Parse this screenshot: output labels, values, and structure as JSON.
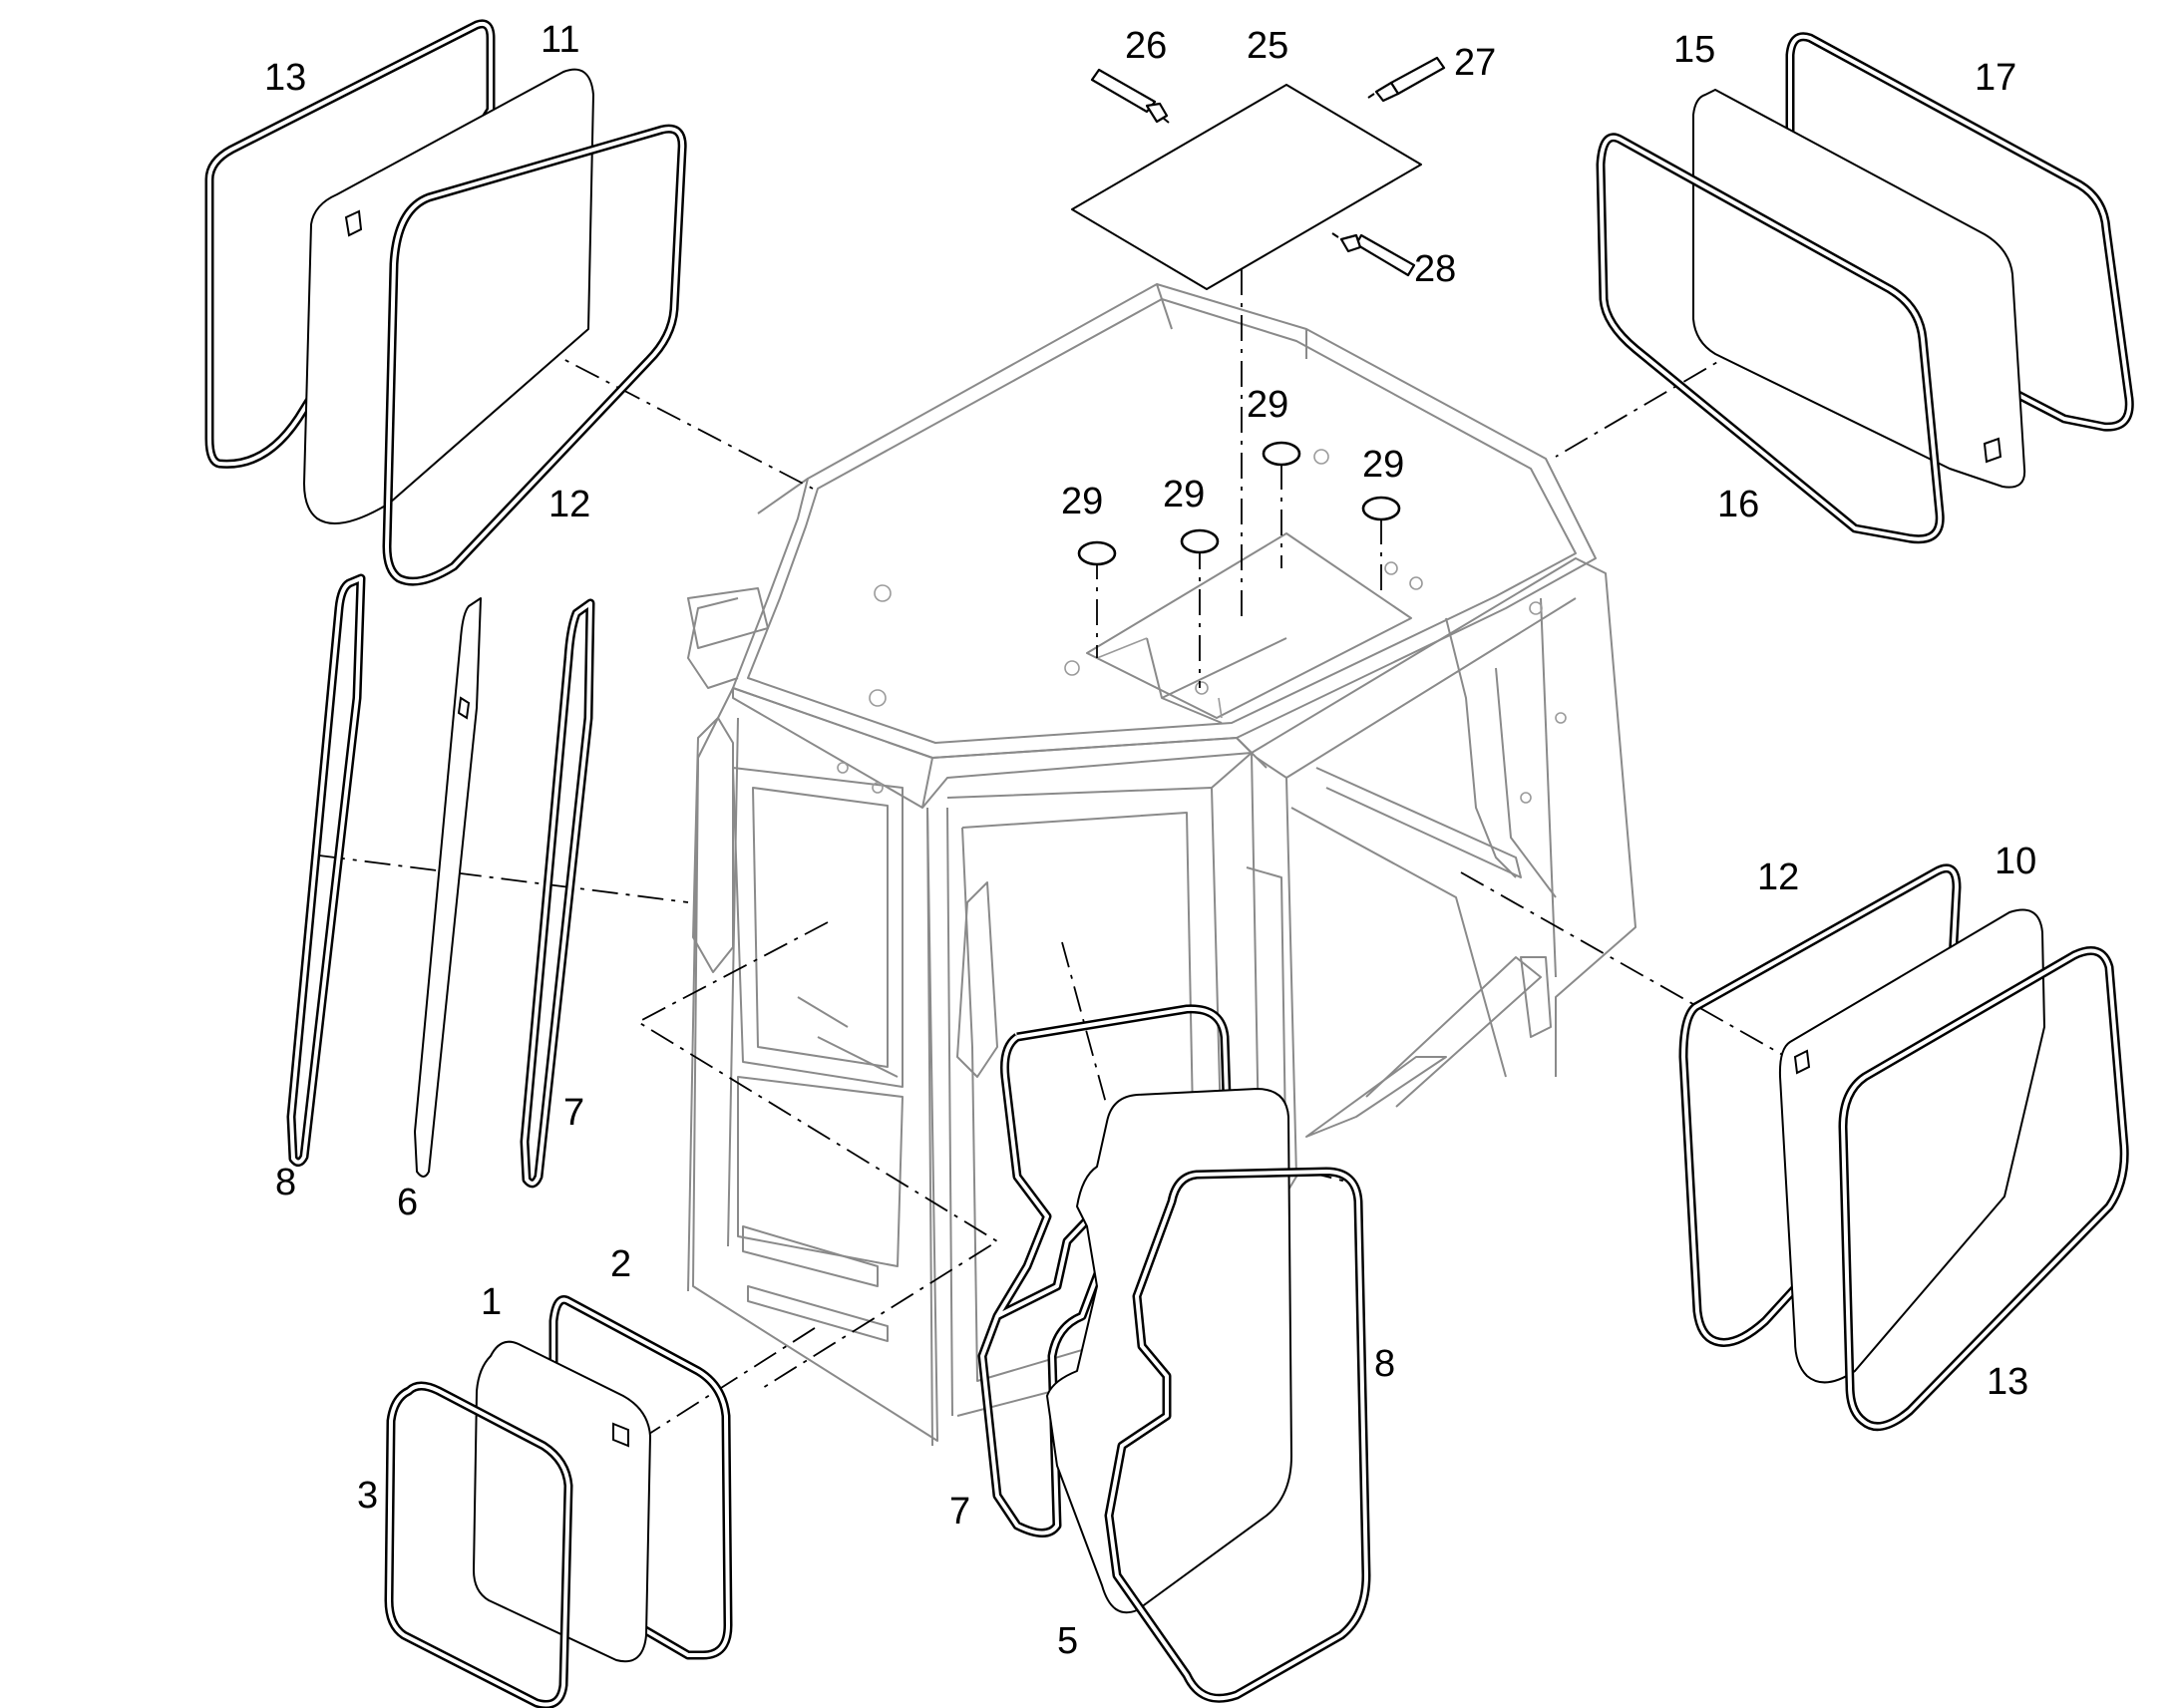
{
  "callouts": {
    "c1": "1",
    "c2": "2",
    "c3": "3",
    "c5": "5",
    "c6": "6",
    "c7_left": "7",
    "c7_front": "7",
    "c8_left": "8",
    "c8_front": "8",
    "c10": "10",
    "c11": "11",
    "c12_top_left": "12",
    "c12_right": "12",
    "c13_top_left": "13",
    "c13_right": "13",
    "c15": "15",
    "c16": "16",
    "c17": "17",
    "c25": "25",
    "c26": "26",
    "c27": "27",
    "c28": "28",
    "c29_a": "29",
    "c29_b": "29",
    "c29_c": "29",
    "c29_d": "29"
  }
}
